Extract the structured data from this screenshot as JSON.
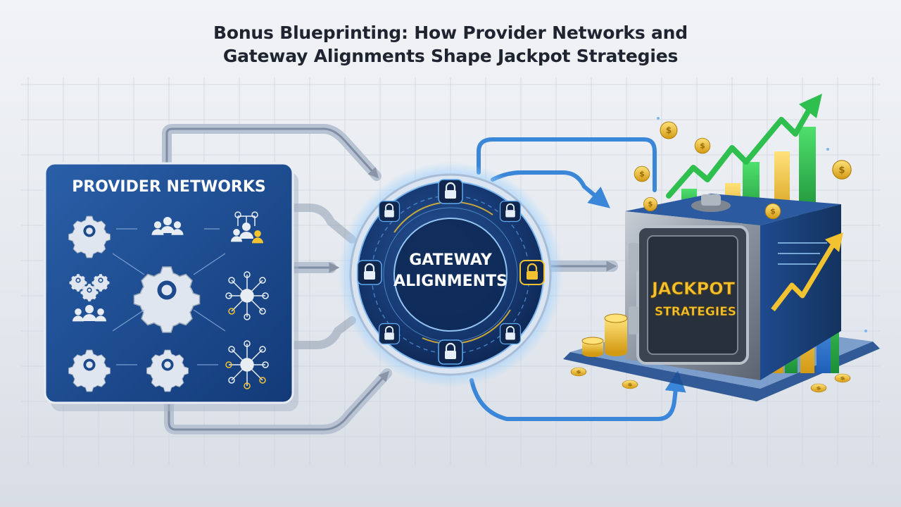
{
  "title": {
    "line1": "Bonus Blueprinting: How Provider Networks and",
    "line2": "Gateway Alignments Shape Jackpot Strategies"
  },
  "provider_panel": {
    "label": "PROVIDER NETWORKS",
    "icons": [
      "gear-icon",
      "team-icon",
      "org-chart-icon",
      "gear-cluster-icon",
      "large-gear-icon",
      "hub-network-icon",
      "team-icon",
      "gear-icon",
      "gear-icon",
      "hub-network-icon"
    ]
  },
  "gateway": {
    "label_line1": "GATEWAY",
    "label_line2": "ALIGNMENTS",
    "icons": [
      "lock-icon",
      "lock-icon",
      "lock-icon",
      "lock-icon",
      "lock-icon",
      "lock-icon",
      "lock-icon",
      "lock-icon"
    ]
  },
  "jackpot": {
    "label_line1": "JACKPOT",
    "label_line2": "STRATEGIES",
    "icons": [
      "vault-icon",
      "coin-icon",
      "rising-arrow-icon",
      "bar-chart-icon"
    ]
  },
  "colors": {
    "panel_blue": "#1c4a8c",
    "accent_blue": "#3a86d8",
    "gold": "#f2c230",
    "green": "#2fbf4f",
    "text_dark": "#1f2530"
  }
}
